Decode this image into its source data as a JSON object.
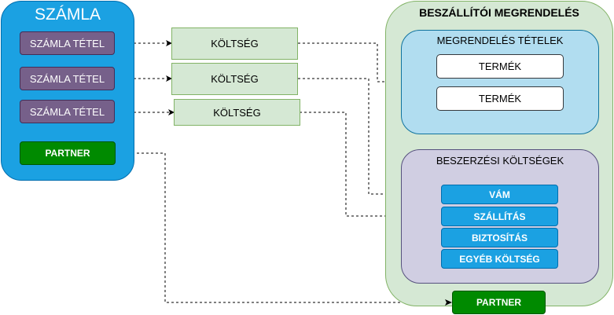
{
  "szamla": {
    "title": "SZÁMLA",
    "items": [
      {
        "label": "SZÁMLA TÉTEL"
      },
      {
        "label": "SZÁMLA TÉTEL"
      },
      {
        "label": "SZÁMLA TÉTEL"
      }
    ],
    "partner_label": "PARTNER"
  },
  "koltseg": [
    {
      "label": "KÖLTSÉG"
    },
    {
      "label": "KÖLTSÉG"
    },
    {
      "label": "KÖLTSÉG"
    }
  ],
  "beszallitoi_megrendeles": {
    "title": "BESZÁLLÍTÓI MEGRENDELÉS",
    "megrendeles_tetelek": {
      "title": "MEGRENDELÉS TÉTELEK",
      "items": [
        {
          "label": "TERMÉK"
        },
        {
          "label": "TERMÉK"
        }
      ]
    },
    "beszerzesi_koltsegek": {
      "title": "BESZERZÉSI KÖLTSÉGEK",
      "items": [
        {
          "label": "VÁM"
        },
        {
          "label": "SZÁLLÍTÁS"
        },
        {
          "label": "BIZTOSÍTÁS"
        },
        {
          "label": "EGYÉB KÖLTSÉG"
        }
      ]
    },
    "partner_label": "PARTNER"
  },
  "edges": [
    {
      "from": "szamla-tetel-1",
      "to": "koltseg-1",
      "style": "dashed",
      "arrow": "end"
    },
    {
      "from": "szamla-tetel-2",
      "to": "koltseg-2",
      "style": "dashed",
      "arrow": "end"
    },
    {
      "from": "szamla-tetel-3",
      "to": "koltseg-3",
      "style": "dashed",
      "arrow": "end"
    },
    {
      "from": "koltseg-1",
      "to": "megrendeles-tetelek",
      "style": "dashed",
      "arrow": "end"
    },
    {
      "from": "koltseg-2",
      "to": "vam",
      "style": "dashed",
      "arrow": "end"
    },
    {
      "from": "koltseg-3",
      "to": "szallitas",
      "style": "dashed",
      "arrow": "end"
    },
    {
      "from": "partner-beszallitoi",
      "to": "partner-szamla",
      "style": "dashed",
      "arrow": "both"
    }
  ],
  "colors": {
    "szamla_fill": "#1ba1e2",
    "tetel_fill": "#76608a",
    "partner_fill": "#008a00",
    "koltseg_fill": "#d5e8d4",
    "megrendeles_fill": "#b1ddf0",
    "beszerzesi_fill": "#d0cee2"
  }
}
